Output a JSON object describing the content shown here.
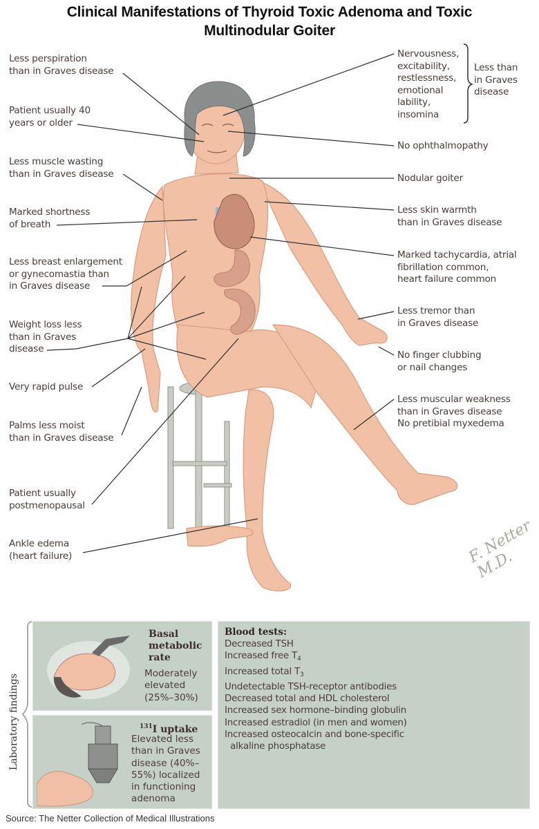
{
  "title": {
    "line1": "Clinical Manifestations of Thyroid Toxic Adenoma and Toxic",
    "line2": "Multinodular Goiter"
  },
  "left_labels": [
    {
      "id": "perspiration",
      "text": "Less perspiration\nthan in Graves disease"
    },
    {
      "id": "age",
      "text": "Patient usually 40\nyears or older"
    },
    {
      "id": "muscle-wasting",
      "text": "Less muscle wasting\nthan in Graves disease"
    },
    {
      "id": "shortness-breath",
      "text": "Marked shortness\nof breath"
    },
    {
      "id": "breast",
      "text": "Less breast enlargement\nor gynecomastia than\nin Graves disease"
    },
    {
      "id": "weight-loss",
      "text": "Weight loss less\nthan in Graves\ndisease"
    },
    {
      "id": "pulse",
      "text": "Very rapid pulse"
    },
    {
      "id": "palms",
      "text": "Palms less moist\nthan in Graves disease"
    },
    {
      "id": "postmenopausal",
      "text": "Patient usually\npostmenopausal"
    },
    {
      "id": "ankle-edema",
      "text": "Ankle edema\n(heart failure)"
    }
  ],
  "right_labels": [
    {
      "id": "nervousness",
      "text": "Nervousness,\nexcitability,\nrestlessness,\nemotional\nlability,\ninsomina"
    },
    {
      "id": "ophthalmopathy",
      "text": "No ophthalmopathy"
    },
    {
      "id": "goiter",
      "text": "Nodular goiter"
    },
    {
      "id": "skin-warmth",
      "text": "Less skin warmth\nthan in Graves disease"
    },
    {
      "id": "tachycardia",
      "text": "Marked tachycardia, atrial\nfibrillation common,\nheart failure common"
    },
    {
      "id": "tremor",
      "text": "Less tremor than\nin Graves disease"
    },
    {
      "id": "clubbing",
      "text": "No finger clubbing\nor nail changes"
    },
    {
      "id": "weakness",
      "text": "Less muscular weakness\nthan in Graves disease\nNo pretibial myxedema"
    }
  ],
  "brace_note": "Less than\nin Graves\ndisease",
  "signature": "F. Netter M.D.",
  "lab": {
    "section_label": "Laboratory findings",
    "bmr": {
      "title": "Basal\nmetabolic\nrate",
      "text": "Moderately\nelevated\n(25%–30%)"
    },
    "iodine": {
      "title_sup": "131",
      "title": "I uptake",
      "text": "Elevated less\nthan in Graves\ndisease (40%–\n55%) localized\nin functioning\nadenoma"
    },
    "blood": {
      "heading": "Blood tests:",
      "items": [
        {
          "text": "Decreased TSH"
        },
        {
          "text": "Increased free T",
          "sub": "4"
        },
        {
          "text": "Increased total T",
          "sub": "3"
        },
        {
          "text": "Undetectable TSH-receptor antibodies"
        },
        {
          "text": "Decreased total and HDL cholesterol"
        },
        {
          "text": "Increased sex hormone–binding globulin"
        },
        {
          "text": "Increased estradiol (in men and women)"
        },
        {
          "text": "Increased osteocalcin and bone-specific"
        },
        {
          "text": "  alkaline phosphatase"
        }
      ]
    }
  },
  "source": "Source: The Netter Collection of Medical Illustrations",
  "colors": {
    "skin": "#f2c0a4",
    "skin_shade": "#e3a185",
    "hair": "#8a8e8c",
    "organ": "#c98e78",
    "panel": "#c5d0c6",
    "stool": "#c9ccc4",
    "leader": "#2d2d2d"
  }
}
